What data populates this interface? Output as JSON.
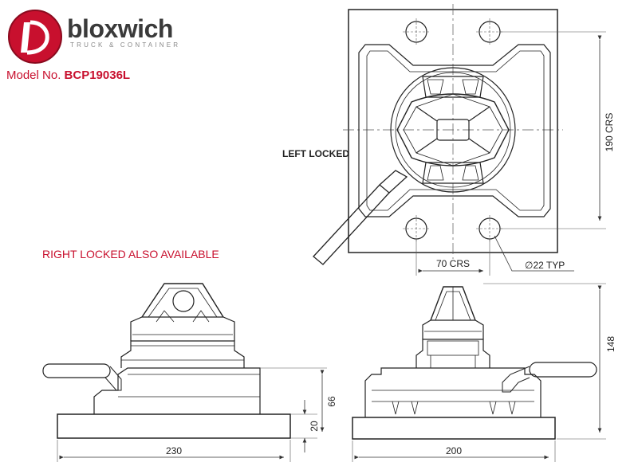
{
  "brand": {
    "name": "bloxwich",
    "tagline": "TRUCK & CONTAINER",
    "model_label": "Model No.",
    "model_number": "BCP19036L",
    "colors": {
      "accent": "#c8102e",
      "logo_text": "#3a3a3a"
    }
  },
  "notes": {
    "left_locked": "LEFT LOCKED",
    "right_locked": "RIGHT LOCKED ALSO AVAILABLE"
  },
  "dimensions": {
    "crs_190": "190 CRS",
    "crs_70": "70 CRS",
    "hole_dia": "∅22 TYP",
    "height_148": "148",
    "height_66": "66",
    "height_20": "20",
    "width_230": "230",
    "width_200": "200"
  }
}
